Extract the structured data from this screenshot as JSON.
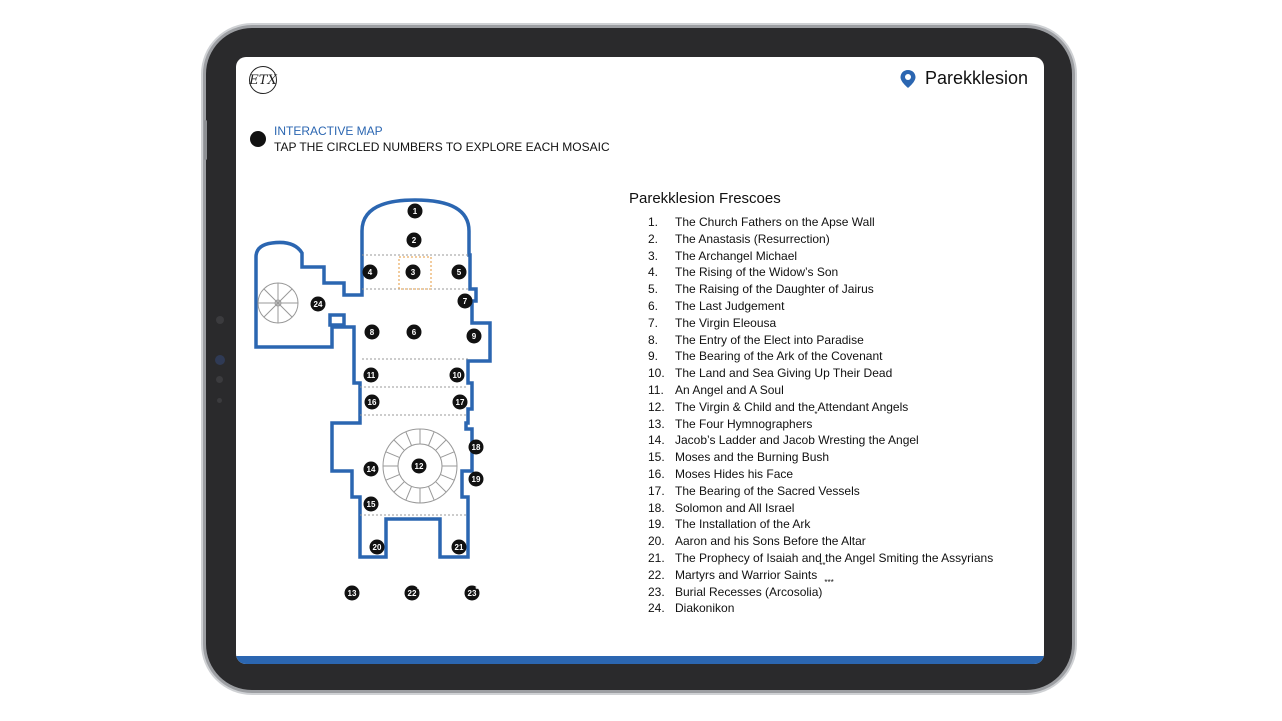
{
  "app": {
    "logo_text": "ETX",
    "location_title": "Parekklesion",
    "location_icon": "map-pin-icon",
    "accent_color": "#2b66b1"
  },
  "legend": {
    "heading": "INTERACTIVE MAP",
    "instruction": "TAP THE CIRCLED NUMBERS TO EXPLORE EACH MOSAIC"
  },
  "map": {
    "markers": [
      "1",
      "2",
      "3",
      "4",
      "5",
      "6",
      "7",
      "8",
      "9",
      "10",
      "11",
      "12",
      "13",
      "14",
      "15",
      "16",
      "17",
      "18",
      "19",
      "20",
      "21",
      "22",
      "23",
      "24"
    ],
    "footnote_markers": [
      {
        "num": "13",
        "stars": "*"
      },
      {
        "num": "22",
        "stars": "**"
      },
      {
        "num": "23",
        "stars": "***"
      }
    ]
  },
  "list": {
    "title": "Parekklesion Frescoes",
    "items": [
      {
        "num": "1.",
        "text": "The Church Fathers on the Apse Wall",
        "sup": ""
      },
      {
        "num": "2.",
        "text": "The Anastasis (Resurrection)",
        "sup": ""
      },
      {
        "num": "3.",
        "text": "The Archangel Michael",
        "sup": ""
      },
      {
        "num": "4.",
        "text": "The Rising of the Widow’s Son",
        "sup": ""
      },
      {
        "num": "5.",
        "text": "The Raising of the Daughter of Jairus",
        "sup": ""
      },
      {
        "num": "6.",
        "text": "The Last Judgement",
        "sup": ""
      },
      {
        "num": "7.",
        "text": "The Virgin Eleousa",
        "sup": ""
      },
      {
        "num": "8.",
        "text": "The Entry of the Elect into Paradise",
        "sup": ""
      },
      {
        "num": "9.",
        "text": "The Bearing of the Ark of the Covenant",
        "sup": ""
      },
      {
        "num": "10.",
        "text": "The Land and Sea Giving Up Their Dead",
        "sup": ""
      },
      {
        "num": "11.",
        "text": "An Angel and A Soul",
        "sup": ""
      },
      {
        "num": "12.",
        "text": "The Virgin & Child and the Attendant Angels",
        "sup": ""
      },
      {
        "num": "13.",
        "text": "The Four Hymnographers",
        "sup": "*"
      },
      {
        "num": "14.",
        "text": "Jacob’s Ladder and Jacob Wresting the Angel",
        "sup": ""
      },
      {
        "num": "15.",
        "text": "Moses and the Burning Bush",
        "sup": ""
      },
      {
        "num": "16.",
        "text": "Moses Hides his Face",
        "sup": ""
      },
      {
        "num": "17.",
        "text": "The Bearing of the Sacred Vessels",
        "sup": ""
      },
      {
        "num": "18.",
        "text": "Solomon and All Israel",
        "sup": ""
      },
      {
        "num": "19.",
        "text": "The Installation of the Ark",
        "sup": ""
      },
      {
        "num": "20.",
        "text": "Aaron and his Sons Before the Altar",
        "sup": ""
      },
      {
        "num": "21.",
        "text": "The Prophecy of Isaiah and the Angel Smiting the Assyrians",
        "sup": ""
      },
      {
        "num": "22.",
        "text": "Martyrs and Warrior Saints",
        "sup": "**"
      },
      {
        "num": "23.",
        "text": "Burial Recesses (Arcosolia)",
        "sup": "***"
      },
      {
        "num": "24.",
        "text": "Diakonikon",
        "sup": ""
      }
    ]
  }
}
